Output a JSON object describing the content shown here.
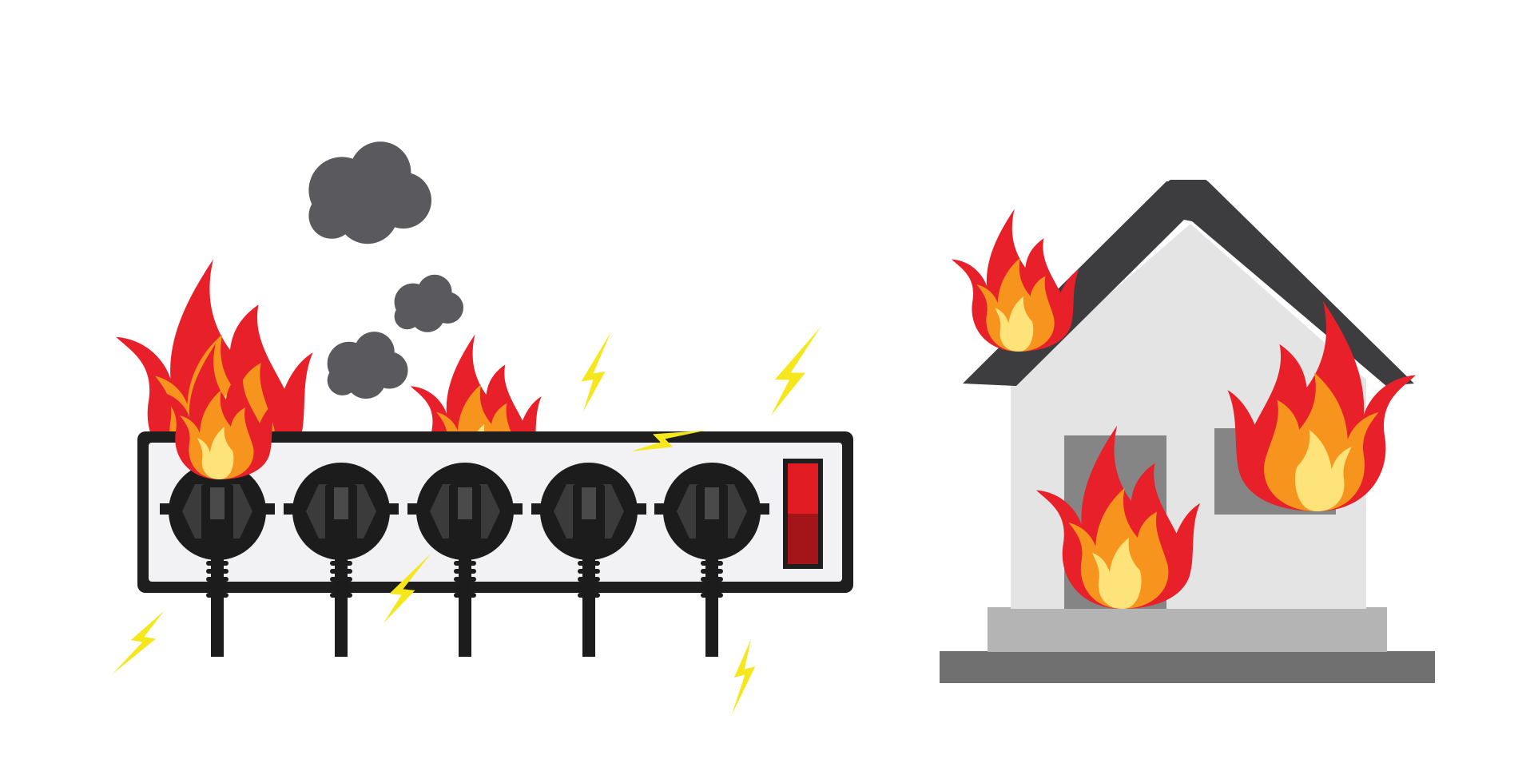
{
  "scene": {
    "colors": {
      "background": "#ffffff",
      "strip_outline": "#1e1e1e",
      "strip_body": "#f2f2f4",
      "plug": "#1c1c1c",
      "plug_face": "#3b3b3b",
      "switch_on": "#e01b22",
      "switch_off": "#a31519",
      "smoke": "#5a5a5e",
      "spark": "#f5e71c",
      "flame_outer": "#e8202a",
      "flame_mid": "#f7941d",
      "flame_inner": "#fde37a",
      "roof": "#3d3d3f",
      "wall": "#e4e4e4",
      "opening": "#858585",
      "step_top": "#b4b4b4",
      "step_bottom": "#707070"
    },
    "icons": {
      "left": "burning-power-strip",
      "right": "burning-house"
    },
    "power_strip": {
      "plug_count": 5,
      "burning_plugs": 2
    }
  }
}
